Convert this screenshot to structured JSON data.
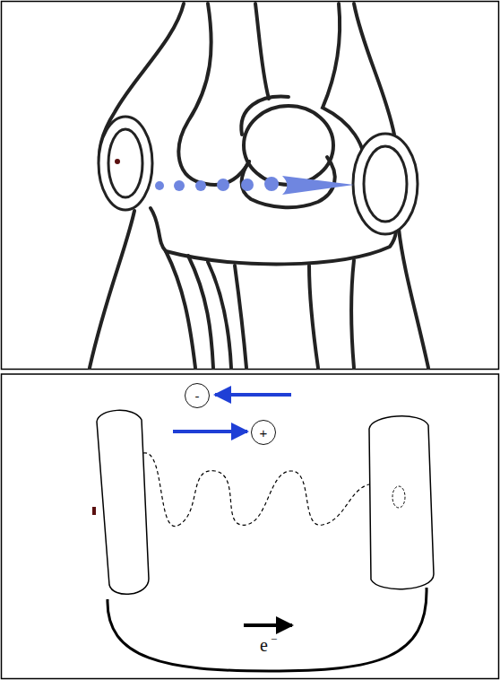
{
  "diagram": {
    "nodes": [
      {
        "text": [
          "-"
        ]
      },
      {
        "text": [
          "+"
        ]
      }
    ],
    "labels": [
      "e",
      "−"
    ]
  }
}
